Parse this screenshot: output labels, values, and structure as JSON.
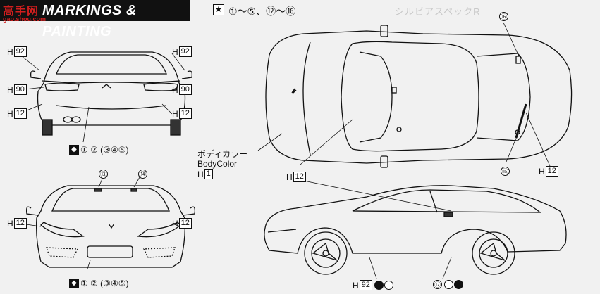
{
  "header": {
    "title": "MARKINGS & PAINTING",
    "star": "★",
    "steps": "①～⑤、⑫～⑯",
    "faded_text": "シルビアスペックR"
  },
  "watermark": {
    "top": "高手网",
    "bottom": "gao.shou.com"
  },
  "rear_view": {
    "left_labels": [
      "92",
      "90",
      "12"
    ],
    "right_labels": [
      "92",
      "90",
      "12"
    ],
    "step_line": "① ② (③④⑤)"
  },
  "front_view": {
    "markers": [
      "⑬",
      "⑭"
    ],
    "left_label": "12",
    "right_label": "12",
    "step_line": "① ② (③④⑤)"
  },
  "top_view": {
    "body_color_jp": "ボディカラー",
    "body_color_en": "BodyColor",
    "body_color_code": "1",
    "marker_top": "⑯",
    "marker_bottom": "⑮",
    "right_label": "12",
    "center_label": "12"
  },
  "side_view": {
    "label_a": "92",
    "marker_b": "⑫"
  },
  "h_prefix": "H"
}
